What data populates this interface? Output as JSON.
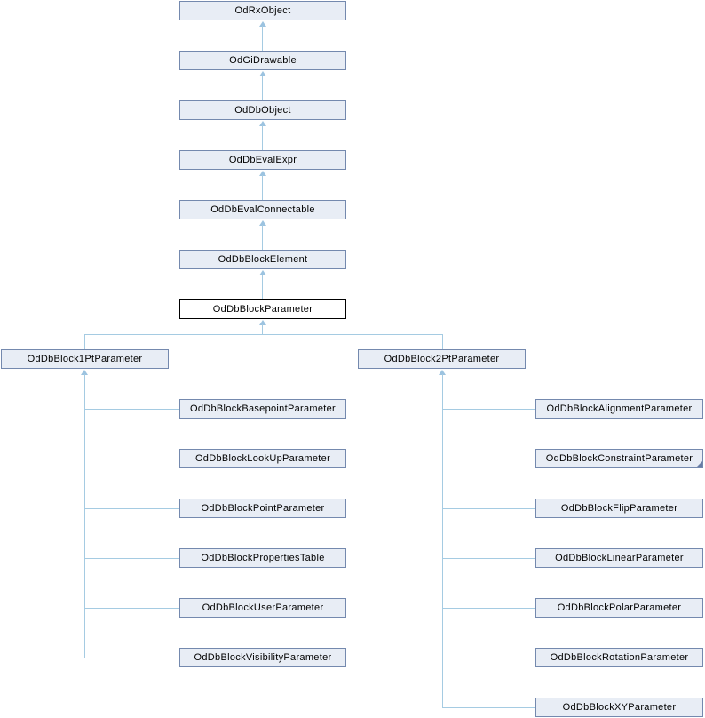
{
  "colors": {
    "node_fill": "#e8edf5",
    "node_border": "#7489ae",
    "current_node_fill": "#ffffff",
    "current_node_border": "#000000",
    "edge_line": "#a5cbe2",
    "edge_arrow": "#9cc3e0",
    "truncated_marker": "#677ca5",
    "text": "#000000"
  },
  "diagram": {
    "chain": [
      "OdRxObject",
      "OdGiDrawable",
      "OdDbObject",
      "OdDbEvalExpr",
      "OdDbEvalConnectable",
      "OdDbBlockElement",
      "OdDbBlockParameter"
    ],
    "left": {
      "parent": "OdDbBlock1PtParameter",
      "children": [
        "OdDbBlockBasepointParameter",
        "OdDbBlockLookUpParameter",
        "OdDbBlockPointParameter",
        "OdDbBlockPropertiesTable",
        "OdDbBlockUserParameter",
        "OdDbBlockVisibilityParameter"
      ]
    },
    "right": {
      "parent": "OdDbBlock2PtParameter",
      "children": [
        "OdDbBlockAlignmentParameter",
        "OdDbBlockConstraintParameter",
        "OdDbBlockFlipParameter",
        "OdDbBlockLinearParameter",
        "OdDbBlockPolarParameter",
        "OdDbBlockRotationParameter",
        "OdDbBlockXYParameter"
      ]
    }
  }
}
